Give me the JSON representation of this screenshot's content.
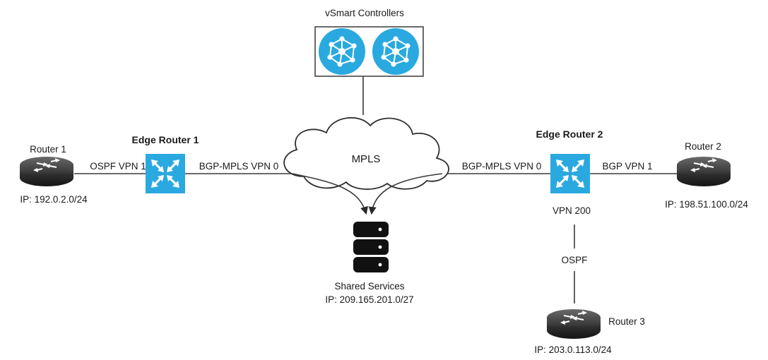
{
  "diagram": {
    "controllers_label": "vSmart Controllers",
    "mpls_label": "MPLS",
    "edge1": {
      "title": "Edge Router 1",
      "left_label": "OSPF VPN 1",
      "right_label": "BGP-MPLS  VPN 0"
    },
    "edge2": {
      "title": "Edge Router 2",
      "left_label": "BGP-MPLS  VPN 0",
      "right_label": "BGP VPN 1",
      "bottom_label": "VPN 200"
    },
    "router1": {
      "name": "Router 1",
      "ip": "IP: 192.0.2.0/24"
    },
    "router2": {
      "name": "Router 2",
      "ip": "IP: 198.51.100.0/24"
    },
    "router3": {
      "name": "Router 3",
      "ip": "IP: 203.0.113.0/24"
    },
    "ospf_label": "OSPF",
    "shared": {
      "name": "Shared  Services",
      "ip": "IP: 209.165.201.0/27"
    },
    "colors": {
      "switch_blue": "#29a9e0",
      "router_dark": "#2b2b2b",
      "line": "#3a3a3a"
    },
    "icons": [
      "controller-icon",
      "switch-icon",
      "router-icon",
      "database-icon",
      "cloud-icon"
    ]
  }
}
